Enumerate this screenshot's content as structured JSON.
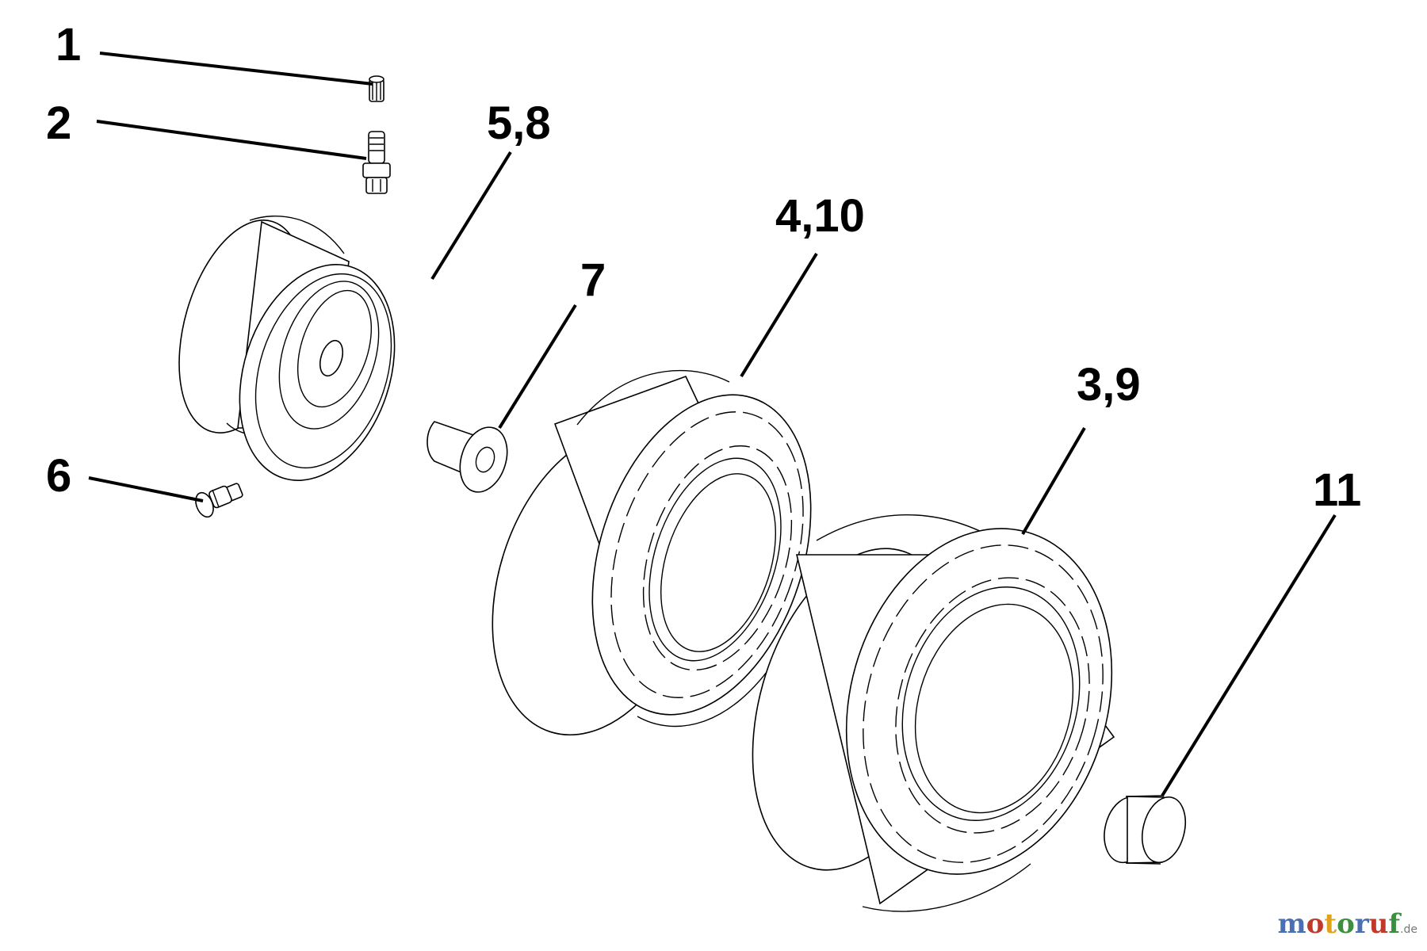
{
  "callouts": {
    "c1": "1",
    "c2": "2",
    "c58": "5,8",
    "c7": "7",
    "c410": "4,10",
    "c39": "3,9",
    "c6": "6",
    "c11": "11"
  },
  "watermark": {
    "letters": [
      "m",
      "o",
      "t",
      "o",
      "r",
      "u",
      "f"
    ],
    "colors": [
      "#4a6fb3",
      "#c03a2b",
      "#e0a21b",
      "#3b8f3e",
      "#4a6fb3",
      "#c03a2b",
      "#3b8f3e"
    ],
    "tld": ".de"
  }
}
